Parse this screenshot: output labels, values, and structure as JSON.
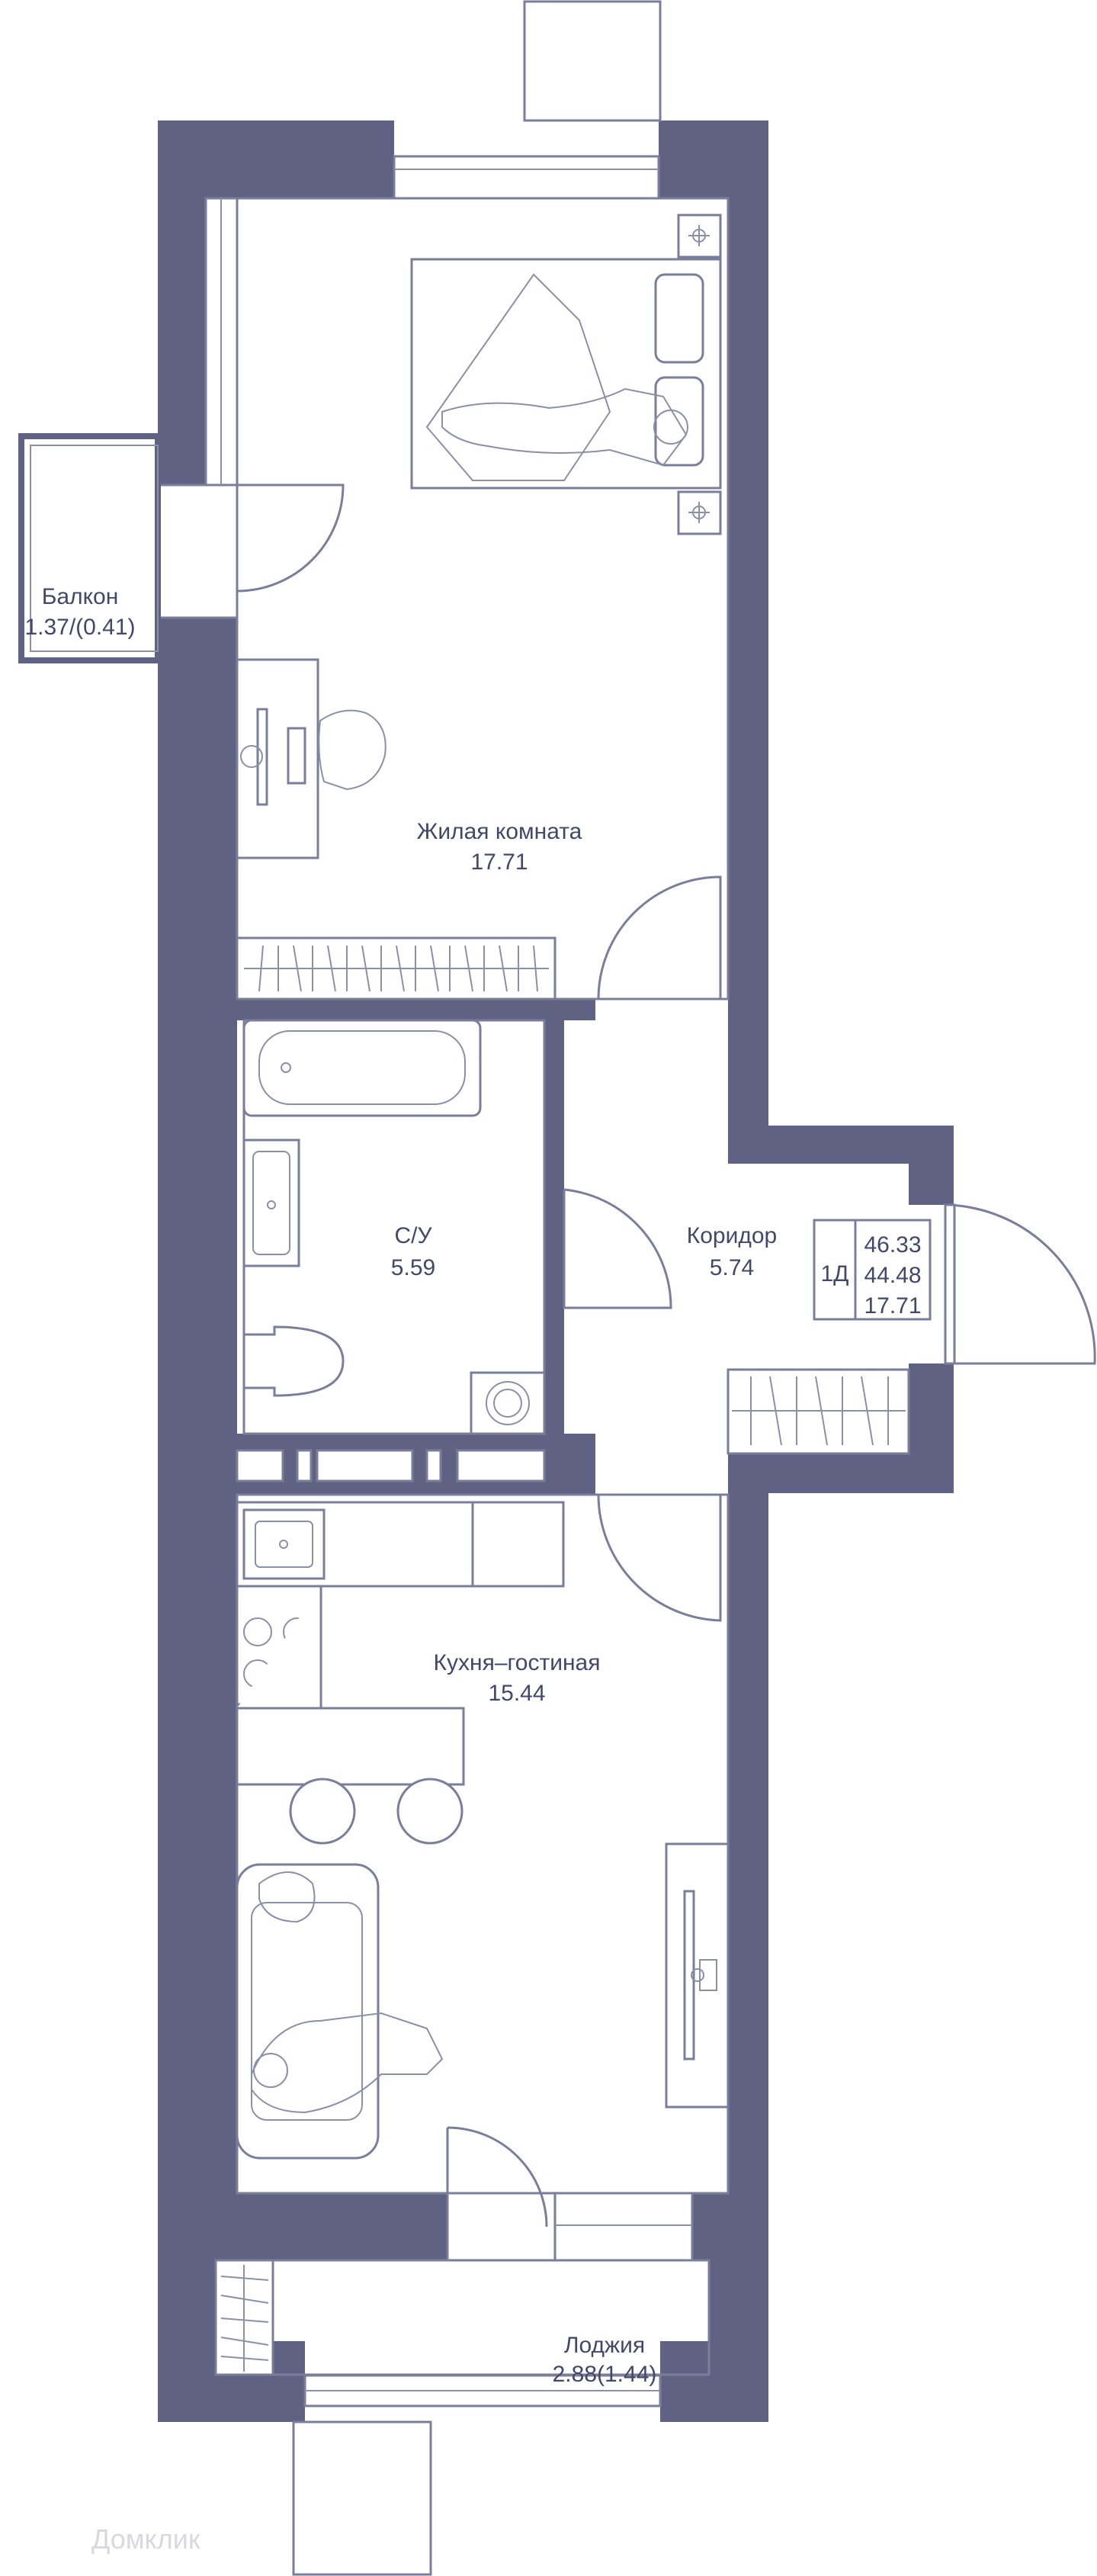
{
  "rooms": {
    "bedroom": {
      "name": "Жилая комната",
      "area": "17.71"
    },
    "bathroom": {
      "name": "С/У",
      "area": "5.59"
    },
    "corridor": {
      "name": "Коридор",
      "area": "5.74"
    },
    "kitchen": {
      "name": "Кухня–гостиная",
      "area": "15.44"
    },
    "balcony": {
      "name": "Балкон",
      "area": "1.37/(0.41)"
    },
    "loggia": {
      "name": "Лоджия",
      "area": "2.88(1.44)"
    }
  },
  "summary": {
    "type": "1Д",
    "total": "46.33",
    "living_excl": "44.48",
    "living": "17.71"
  },
  "watermark": "Домклик",
  "colors": {
    "wall": "#5f6283",
    "line": "#7b7e9a",
    "text": "#43486b"
  }
}
